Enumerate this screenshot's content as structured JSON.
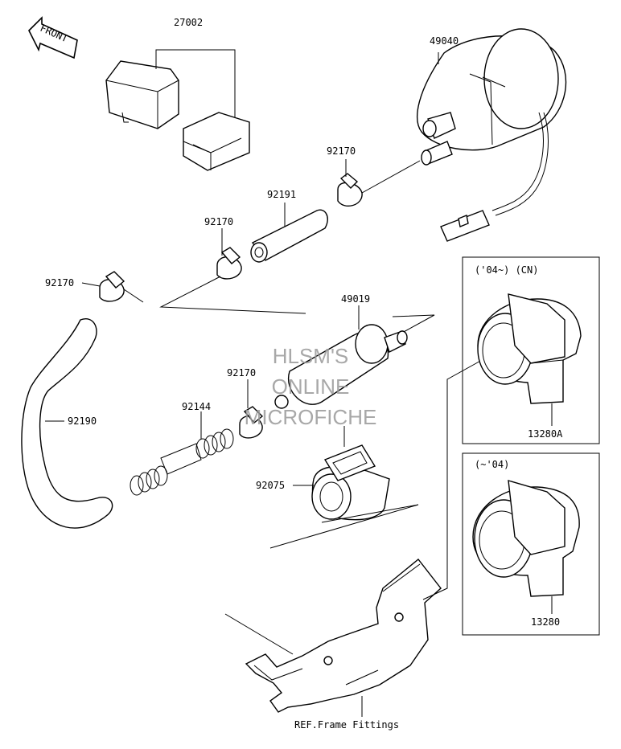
{
  "front_badge": "FRONT",
  "labels": {
    "p27002": "27002",
    "p49040": "49040",
    "p92170_a": "92170",
    "p92191": "92191",
    "p92170_b": "92170",
    "p92170_c": "92170",
    "p49019": "49019",
    "p92170_d": "92170",
    "p92144": "92144",
    "p92190": "92190",
    "p92075": "92075",
    "p13280A": "13280A",
    "p13280": "13280",
    "ref_frame": "REF.Frame Fittings"
  },
  "insets": {
    "cn": "('04~) (CN)",
    "pre04": "(~'04)"
  },
  "watermark": {
    "line1": "HLSM'S",
    "line2": "ONLINE",
    "line3": "MICROFICHE"
  }
}
